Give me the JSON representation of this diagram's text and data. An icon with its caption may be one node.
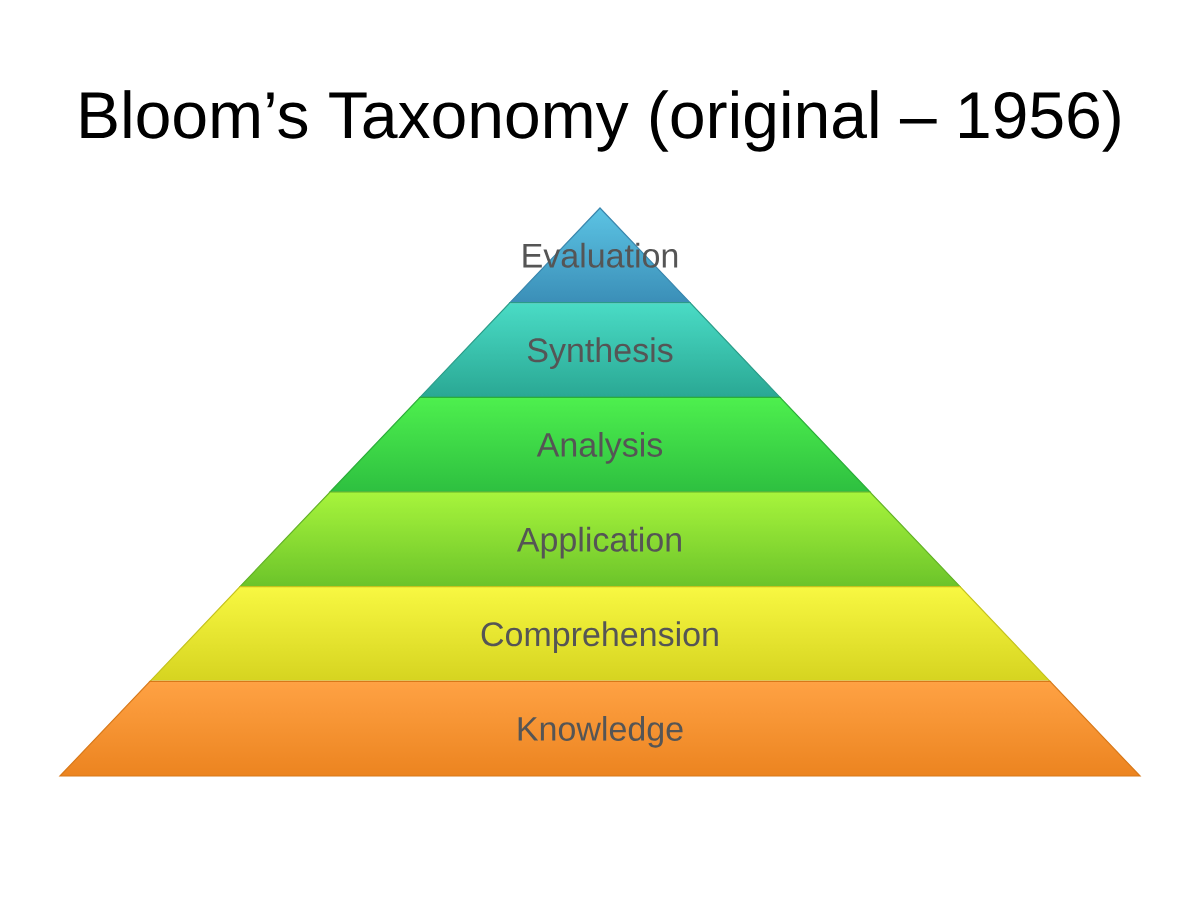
{
  "diagram": {
    "title": "Bloom’s Taxonomy (original – 1956)",
    "nodes": [
      {
        "text": [
          "Evaluation"
        ]
      },
      {
        "text": [
          "Synthesis"
        ]
      },
      {
        "text": [
          "Analysis"
        ]
      },
      {
        "text": [
          "Application"
        ]
      },
      {
        "text": [
          "Comprehension"
        ]
      },
      {
        "text": [
          "Knowledge"
        ]
      }
    ]
  }
}
